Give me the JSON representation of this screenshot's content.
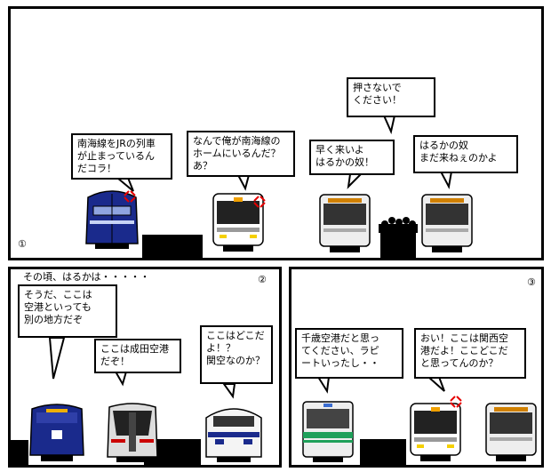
{
  "panel1": {
    "number": "①",
    "speech": [
      "南海線をJRの列車\nが止まっているん\nだコラ！",
      "なんで俺が南海線の\nホームにいるんだ？\nあ？",
      "早く来いよ\nはるかの奴！",
      "押さないで\nください！",
      "はるかの奴\nまだ来ねぇのかよ"
    ]
  },
  "panel2": {
    "number": "②",
    "narration": "その頃、はるかは・・・・・",
    "speech": [
      "そうだ、ここは\n空港といっても\n別の地方だぞ",
      "ここは成田空港\nだぞ！",
      "ここはどこだ\nよ！？\n関空なのか？"
    ]
  },
  "panel3": {
    "number": "③",
    "speech": [
      "千歳空港だと思っ\nてください、ラピ\nートいったし・・",
      "おい！ここは関西空\n港だよ！ここどこだ\nと思ってんのか？"
    ]
  },
  "icons": {
    "anger": "anger-mark-icon"
  },
  "colors": {
    "ink": "#000000",
    "anger": "#e60000",
    "navy": "#1a2a8c",
    "teal": "#1fa05a"
  }
}
